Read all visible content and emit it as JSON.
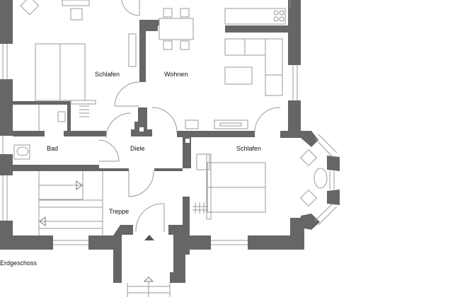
{
  "plan": {
    "title": "Erdgeschoss",
    "wall_color": "#666666",
    "line_color": "#9a9a9a",
    "background": "#ffffff"
  },
  "rooms": {
    "schlafen_left": "Schlafen",
    "wohnen": "Wohnen",
    "bad": "Bad",
    "diele": "Diele",
    "schlafen_right": "Schlafen",
    "treppe": "Treppe"
  },
  "icons": {
    "entrance_arrow": "triangle-up",
    "stair_arrows": [
      "arrow-right",
      "arrow-left",
      "arrow-up"
    ]
  }
}
